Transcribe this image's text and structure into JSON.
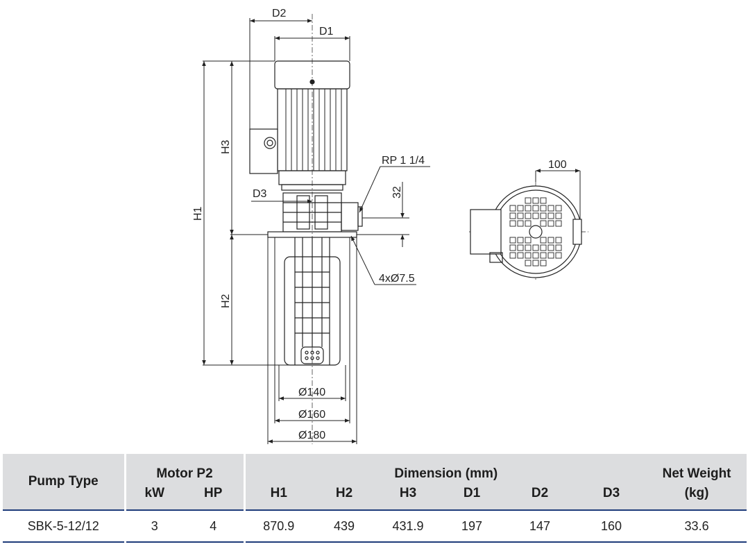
{
  "drawing": {
    "labels": {
      "d2": "D2",
      "d1": "D1",
      "h1": "H1",
      "h2": "H2",
      "h3": "H3",
      "d3": "D3",
      "rp": "RP 1 1/4",
      "dim32": "32",
      "holes": "4xØ7.5",
      "dia140": "Ø140",
      "dia160": "Ø160",
      "dia180": "Ø180",
      "dim100": "100"
    }
  },
  "table": {
    "headers": {
      "pump_type": "Pump Type",
      "motor_p2": "Motor P2",
      "dimension": "Dimension (mm)",
      "net_weight": "Net Weight",
      "kw": "kW",
      "hp": "HP",
      "h1": "H1",
      "h2": "H2",
      "h3": "H3",
      "d1": "D1",
      "d2": "D2",
      "d3": "D3",
      "kg": "(kg)"
    },
    "rows": [
      {
        "pump_type": "SBK-5-12/12",
        "kw": "3",
        "hp": "4",
        "h1": "870.9",
        "h2": "439",
        "h3": "431.9",
        "d1": "197",
        "d2": "147",
        "d3": "160",
        "weight": "33.6"
      }
    ]
  }
}
